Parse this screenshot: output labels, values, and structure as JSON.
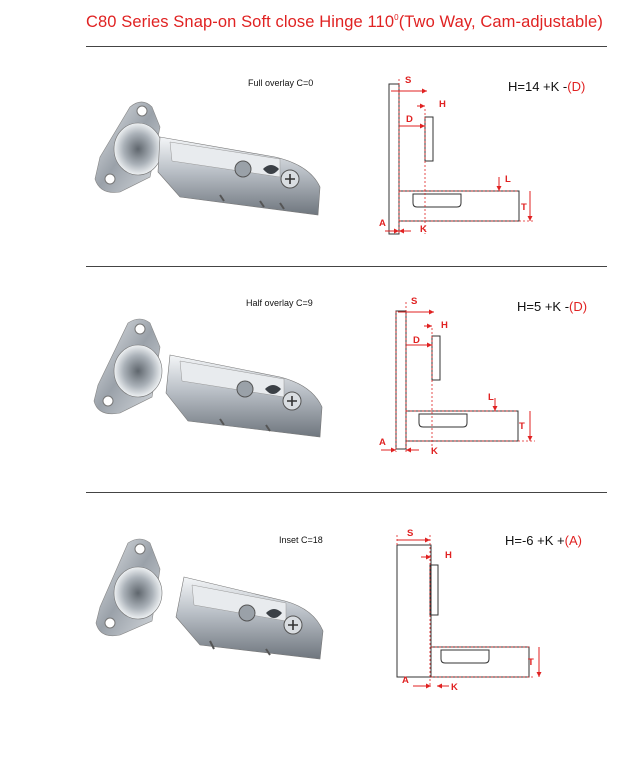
{
  "title": {
    "main": "C80 Series Snap-on Soft close Hinge 110",
    "degree": "0",
    "suffix": "(Two Way, Cam-adjustable)"
  },
  "colors": {
    "accent": "#e02222",
    "metal": "#b9bec4",
    "line": "#333333"
  },
  "sections": [
    {
      "caption": "Full overlay C=0",
      "formula_main": "H=14 +K -",
      "formula_red": "(D)",
      "labels": {
        "S": "S",
        "H": "H",
        "D": "D",
        "L": "L",
        "T": "T",
        "A": "A",
        "K": "K"
      }
    },
    {
      "caption": "Half overlay C=9",
      "formula_main": "H=5 +K -",
      "formula_red": "(D)",
      "labels": {
        "S": "S",
        "H": "H",
        "D": "D",
        "L": "L",
        "T": "T",
        "A": "A",
        "K": "K"
      }
    },
    {
      "caption": "Inset C=18",
      "formula_main": "H=-6 +K +",
      "formula_red": "(A)",
      "labels": {
        "S": "S",
        "H": "H",
        "T": "T",
        "A": "A",
        "K": "K"
      }
    }
  ]
}
